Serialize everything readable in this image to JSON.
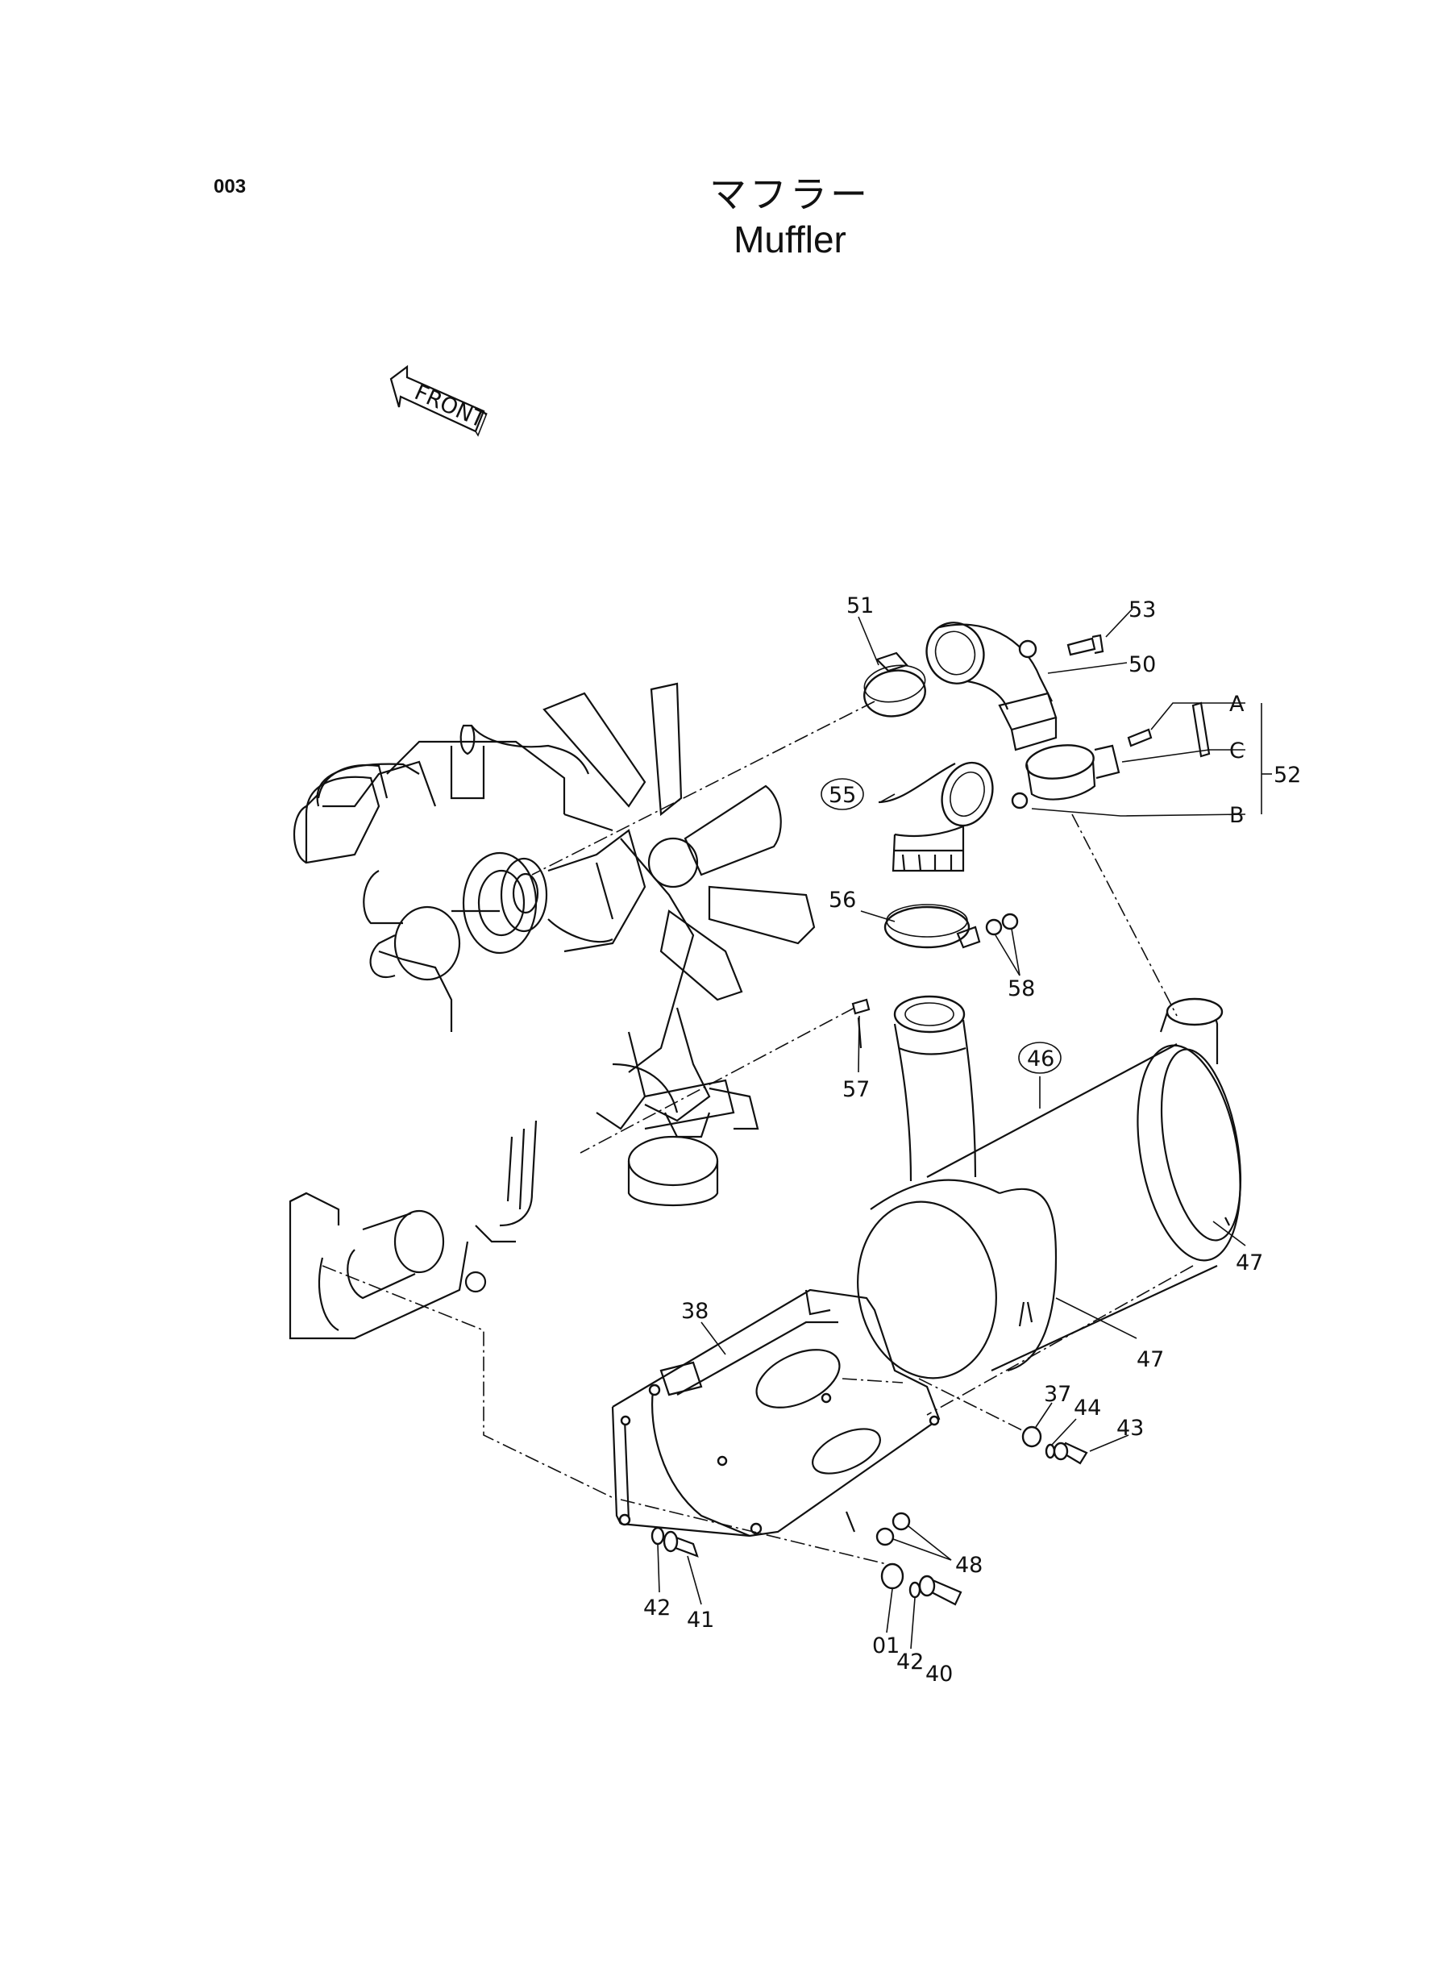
{
  "header": {
    "page_number": "003",
    "title_jp": "マフラー",
    "title_en": "Muffler"
  },
  "front_arrow": {
    "label": "FRONT"
  },
  "callouts": [
    {
      "id": "c51",
      "text": "51"
    },
    {
      "id": "c53",
      "text": "53"
    },
    {
      "id": "c50",
      "text": "50"
    },
    {
      "id": "cA",
      "text": "A"
    },
    {
      "id": "cC",
      "text": "C"
    },
    {
      "id": "c52",
      "text": "52"
    },
    {
      "id": "cB",
      "text": "B"
    },
    {
      "id": "c55",
      "text": "55",
      "circled": true
    },
    {
      "id": "c56",
      "text": "56"
    },
    {
      "id": "c58",
      "text": "58"
    },
    {
      "id": "c57",
      "text": "57"
    },
    {
      "id": "c46",
      "text": "46",
      "circled": true
    },
    {
      "id": "c47a",
      "text": "47"
    },
    {
      "id": "c47b",
      "text": "47"
    },
    {
      "id": "c38",
      "text": "38"
    },
    {
      "id": "c37",
      "text": "37"
    },
    {
      "id": "c44",
      "text": "44"
    },
    {
      "id": "c43",
      "text": "43"
    },
    {
      "id": "c48",
      "text": "48"
    },
    {
      "id": "c42a",
      "text": "42"
    },
    {
      "id": "c41",
      "text": "41"
    },
    {
      "id": "c01",
      "text": "01"
    },
    {
      "id": "c42b",
      "text": "42"
    },
    {
      "id": "c40",
      "text": "40"
    }
  ]
}
